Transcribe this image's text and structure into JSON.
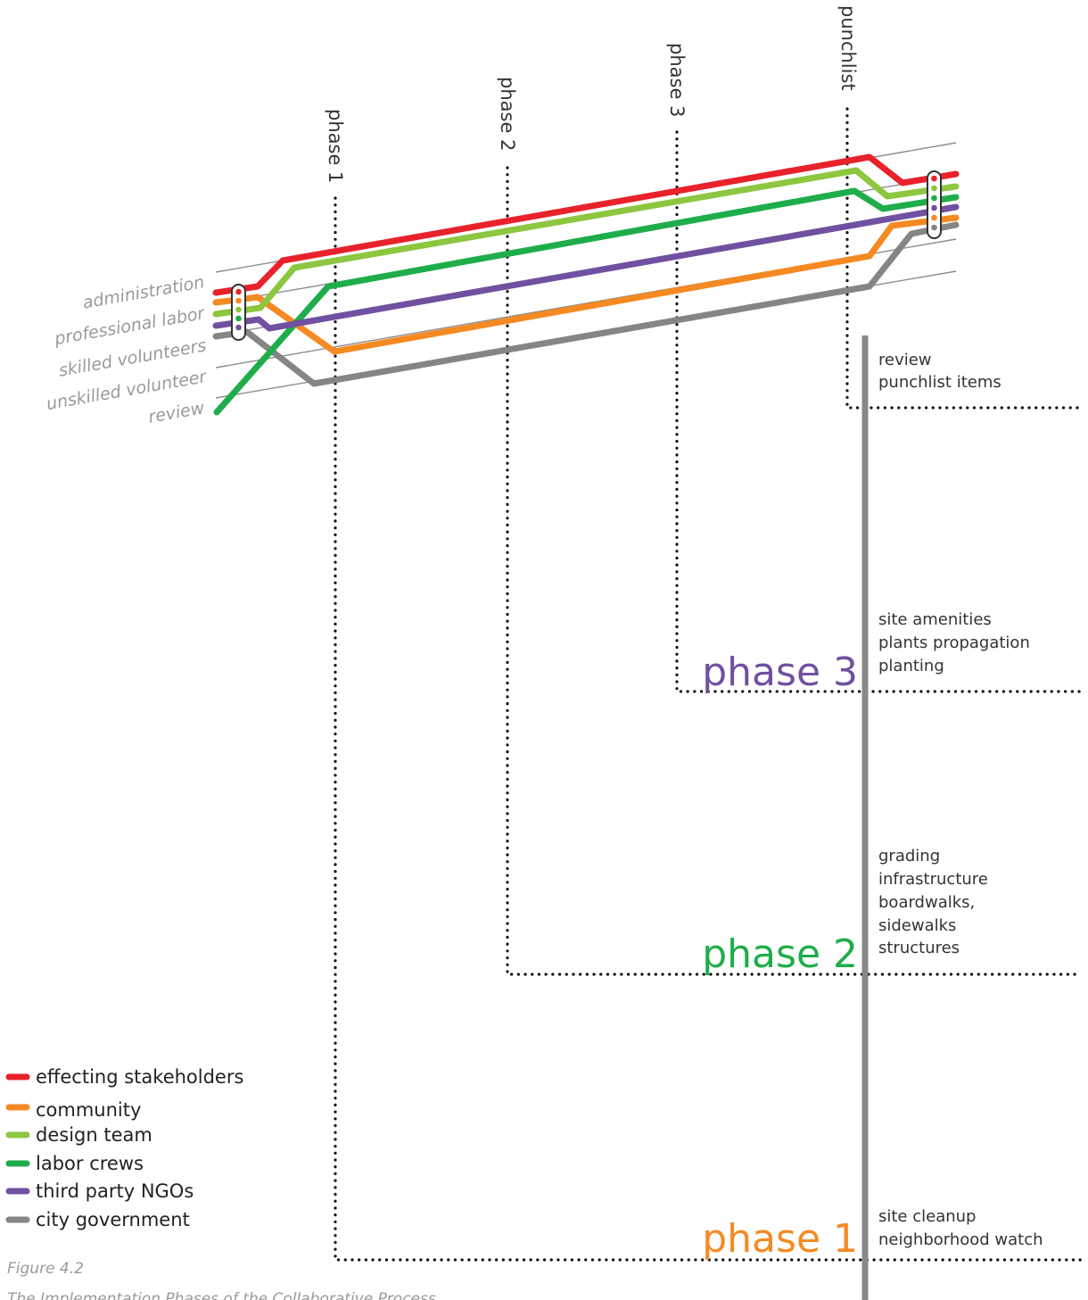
{
  "colors": {
    "effecting_stakeholders": "#e8222a",
    "community": "#f58a22",
    "design_team": "#8dc63f",
    "labor_crews": "#1fad4b",
    "third_party_ngos": "#7050a0",
    "city_government": "#858585",
    "timeline": "#888888"
  },
  "roles": [
    "administration",
    "professional labor",
    "skilled volunteers",
    "unskilled volunteer",
    "review"
  ],
  "phase_columns": [
    "phase 1",
    "phase 2",
    "phase 3",
    "punchlist"
  ],
  "phase_titles": {
    "phase1": "phase 1",
    "phase2": "phase 2",
    "phase3": "phase 3"
  },
  "tasks": {
    "punchlist": [
      "review",
      "punchlist items"
    ],
    "phase3": [
      "site amenities",
      "plants propagation",
      "planting"
    ],
    "phase2": [
      "grading",
      "infrastructure",
      "boardwalks,",
      "sidewalks",
      "structures"
    ],
    "phase1": [
      "site cleanup",
      "neighborhood watch"
    ]
  },
  "legend": [
    {
      "label": "effecting stakeholders",
      "color": "#e8222a"
    },
    {
      "label": "community",
      "color": "#f58a22"
    },
    {
      "label": "design team",
      "color": "#8dc63f"
    },
    {
      "label": "labor crews",
      "color": "#1fad4b"
    },
    {
      "label": "third party NGOs",
      "color": "#7050a0"
    },
    {
      "label": "city government",
      "color": "#858585"
    }
  ],
  "caption": {
    "figure": "Figure 4.2",
    "title": "The Implementation Phases of the Collaborative Process"
  }
}
